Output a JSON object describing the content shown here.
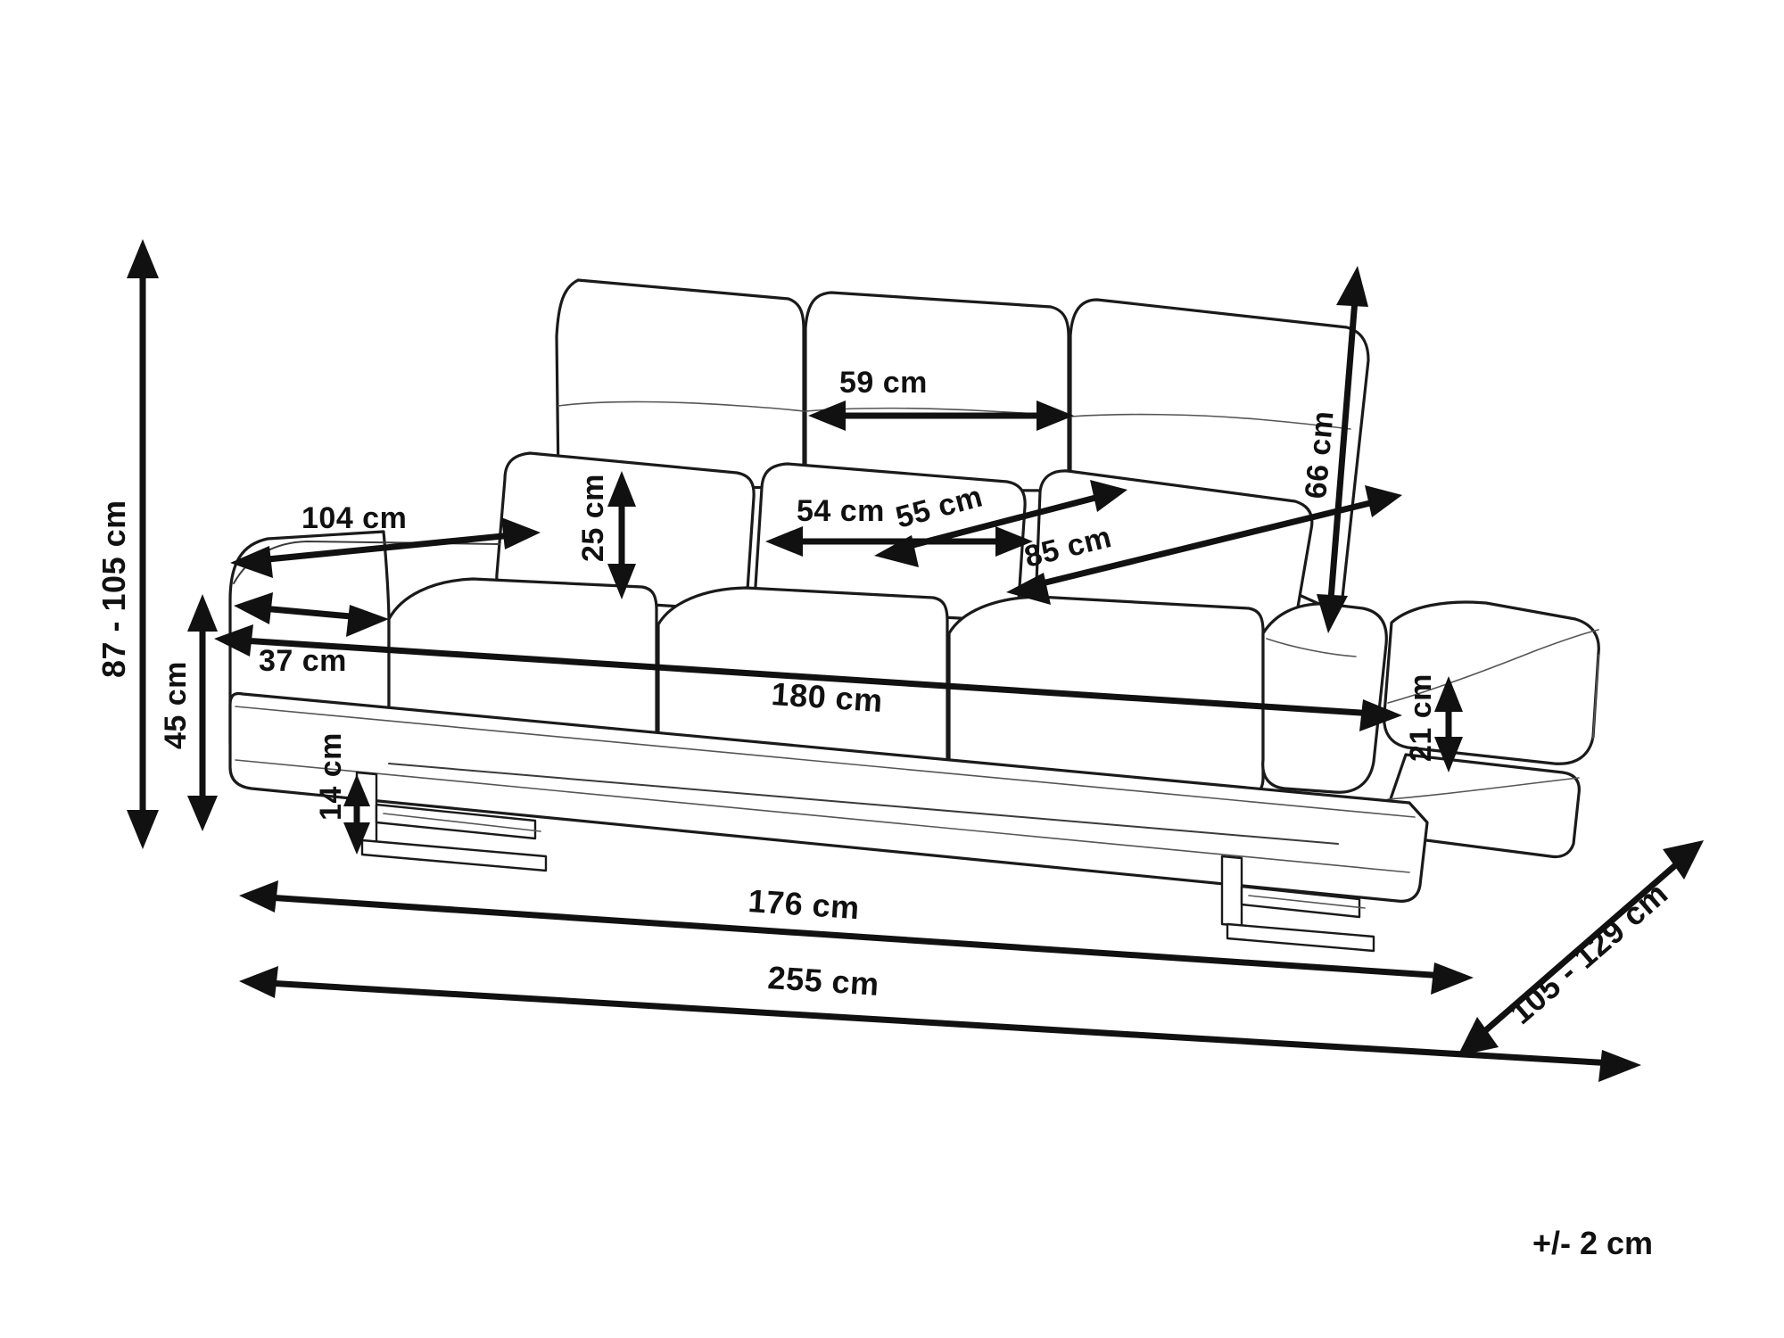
{
  "page": {
    "title": "Sofa technical dimension drawing",
    "background_color": "#ffffff",
    "line_color": "#1a1a1a",
    "text_color": "#111111"
  },
  "product": {
    "type": "3-seater sofa bed with chaise / ottoman",
    "view": "isometric technical line drawing"
  },
  "tolerance_note": {
    "label": "+/- 2 cm"
  },
  "dimensions": {
    "overall_height": {
      "label": "87 - 105 cm",
      "value_min": 87,
      "value_max": 105,
      "unit": "cm",
      "orientation": "vertical"
    },
    "seat_back_height": {
      "label": "45 cm",
      "value": 45,
      "unit": "cm",
      "orientation": "vertical"
    },
    "arm_depth_total": {
      "label": "104 cm",
      "value": 104,
      "unit": "cm",
      "orientation": "diagonal"
    },
    "arm_width": {
      "label": "37 cm",
      "value": 37,
      "unit": "cm",
      "orientation": "diagonal"
    },
    "cushion_thickness": {
      "label": "25 cm",
      "value": 25,
      "unit": "cm",
      "orientation": "vertical"
    },
    "backrest_panel_width": {
      "label": "59 cm",
      "value": 59,
      "unit": "cm",
      "orientation": "horizontal"
    },
    "lumbar_cushion_width": {
      "label": "54 cm",
      "value": 54,
      "unit": "cm",
      "orientation": "horizontal"
    },
    "backrest_height": {
      "label": "66 cm",
      "value": 66,
      "unit": "cm",
      "orientation": "vertical"
    },
    "seat_depth": {
      "label": "55 cm",
      "value": 55,
      "unit": "cm",
      "orientation": "diagonal"
    },
    "total_depth": {
      "label": "85 cm",
      "value": 85,
      "unit": "cm",
      "orientation": "diagonal"
    },
    "seat_width": {
      "label": "180 cm",
      "value": 180,
      "unit": "cm",
      "orientation": "horizontal"
    },
    "ottoman_height": {
      "label": "21 cm",
      "value": 21,
      "unit": "cm",
      "orientation": "vertical"
    },
    "leg_height": {
      "label": "14 cm",
      "value": 14,
      "unit": "cm",
      "orientation": "vertical"
    },
    "frame_width": {
      "label": "176 cm",
      "value": 176,
      "unit": "cm",
      "orientation": "horizontal"
    },
    "total_width": {
      "label": "255 cm",
      "value": 255,
      "unit": "cm",
      "orientation": "horizontal"
    },
    "extended_depth": {
      "label": "105 - 129 cm",
      "value_min": 105,
      "value_max": 129,
      "unit": "cm",
      "orientation": "diagonal"
    }
  }
}
